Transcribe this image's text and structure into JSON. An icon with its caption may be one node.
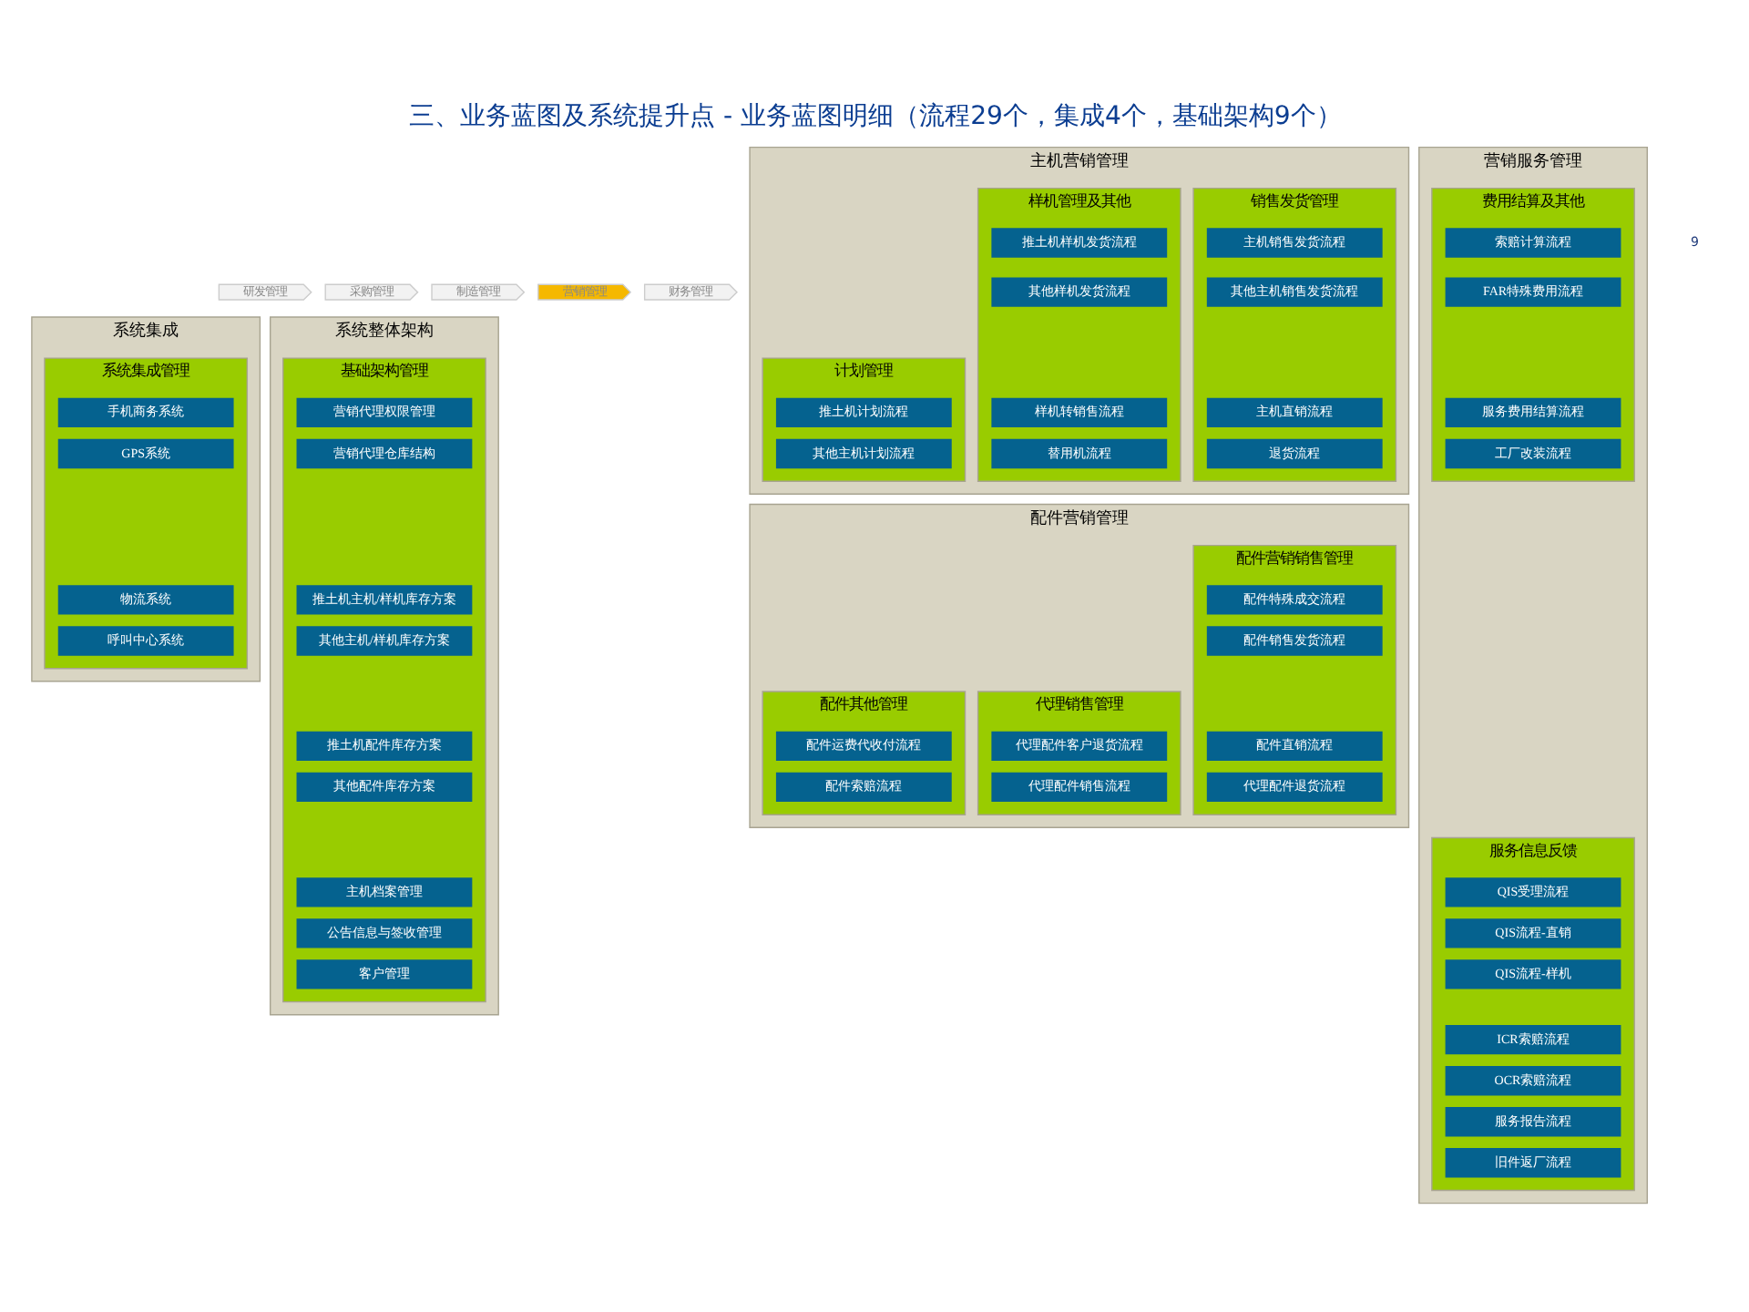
{
  "diagram": {
    "title": "三、业务蓝图及系统提升点 - 业务蓝图明细（流程29个，集成4个，基础架构9个）",
    "nodes": [
      {
        "text": [
          "系统整体架构"
        ]
      },
      {
        "text": [
          "基础架构管理"
        ],
        "in": 0
      },
      {
        "text": [
          "营销代理权限管理"
        ],
        "in": 1
      },
      {
        "text": [
          "营销代理仓库结构"
        ],
        "in": 1
      },
      {
        "text": [
          "推土机主机/样机库存方案"
        ],
        "in": 1
      },
      {
        "text": [
          "其他主机/样机库存方案"
        ],
        "in": 1
      },
      {
        "text": [
          "推土机配件库存方案"
        ],
        "in": 1
      },
      {
        "text": [
          "其他配件库存方案"
        ],
        "in": 1
      },
      {
        "text": [
          "主机档案管理"
        ],
        "in": 1
      },
      {
        "text": [
          "公告信息与签收管理"
        ],
        "in": 1
      },
      {
        "text": [
          "客户管理"
        ],
        "in": 1
      },
      {
        "text": [
          "主机营销管理"
        ]
      },
      {
        "text": [
          "计划管理"
        ],
        "in": 11
      },
      {
        "text": [
          "推土机计划流程"
        ],
        "in": 12
      },
      {
        "text": [
          "其他主机计划流程"
        ],
        "in": 12
      },
      {
        "text": [
          "销售发货管理"
        ],
        "in": 11
      },
      {
        "text": [
          "主机销售发货流程"
        ],
        "in": 15
      },
      {
        "text": [
          "其他主机销售发货流程"
        ],
        "in": 15
      },
      {
        "text": [
          "主机直销流程"
        ],
        "in": 15
      },
      {
        "text": [
          "退货流程"
        ],
        "in": 15
      },
      {
        "text": [
          "样机管理及其他"
        ],
        "in": 11
      },
      {
        "text": [
          "推土机样机发货流程"
        ],
        "in": 20
      },
      {
        "text": [
          "其他样机发货流程"
        ],
        "in": 20
      },
      {
        "text": [
          "样机转销售流程"
        ],
        "in": 20
      },
      {
        "text": [
          "替用机流程"
        ],
        "in": 20
      },
      {
        "text": [
          "配件营销管理"
        ]
      },
      {
        "text": [
          "配件营销销售管理"
        ],
        "in": 25
      },
      {
        "text": [
          "配件特殊成交流程"
        ],
        "in": 26
      },
      {
        "text": [
          "配件销售发货流程"
        ],
        "in": 26
      },
      {
        "text": [
          "配件直销流程"
        ],
        "in": 26
      },
      {
        "text": [
          "代理配件退货流程"
        ],
        "in": 26
      },
      {
        "text": [
          "代理销售管理"
        ],
        "in": 25
      },
      {
        "text": [
          "代理配件客户退货流程"
        ],
        "in": 31
      },
      {
        "text": [
          "代理配件销售流程"
        ],
        "in": 31
      },
      {
        "text": [
          "配件其他管理"
        ],
        "in": 25
      },
      {
        "text": [
          "配件运费代收付流程"
        ],
        "in": 34
      },
      {
        "text": [
          "配件索赔流程"
        ],
        "in": 34
      },
      {
        "text": [
          "营销服务管理"
        ]
      },
      {
        "text": [
          "服务信息反馈"
        ],
        "in": 37
      },
      {
        "text": [
          "QIS受理流程"
        ],
        "in": 38
      },
      {
        "text": [
          "QIS流程-直销"
        ],
        "in": 38
      },
      {
        "text": [
          "QIS流程-样机"
        ],
        "in": 38
      },
      {
        "text": [
          "ICR索赔流程"
        ],
        "in": 38
      },
      {
        "text": [
          "OCR索赔流程"
        ],
        "in": 38
      },
      {
        "text": [
          "服务报告流程"
        ],
        "in": 38
      },
      {
        "text": [
          "旧件返厂流程"
        ],
        "in": 38
      },
      {
        "text": [
          "费用结算及其他"
        ],
        "in": 37
      },
      {
        "text": [
          "索赔计算流程"
        ],
        "in": 46
      },
      {
        "text": [
          "FAR特殊费用流程"
        ],
        "in": 46
      },
      {
        "text": [
          "服务费用结算流程"
        ],
        "in": 46
      },
      {
        "text": [
          "工厂改装流程"
        ],
        "in": 46
      },
      {
        "text": [
          "系统集成"
        ]
      },
      {
        "text": [
          "系统集成管理"
        ],
        "in": 51
      },
      {
        "text": [
          "手机商务系统"
        ],
        "in": 52
      },
      {
        "text": [
          "GPS系统"
        ],
        "in": 52
      },
      {
        "text": [
          "物流系统"
        ],
        "in": 52
      },
      {
        "text": [
          "呼叫中心系统"
        ],
        "in": 52
      },
      {
        "text": [
          "研发管理"
        ]
      },
      {
        "text": [
          "采购管理"
        ]
      },
      {
        "text": [
          "制造管理"
        ]
      },
      {
        "text": [
          "营销管理"
        ]
      },
      {
        "text": [
          "财务管理"
        ]
      }
    ],
    "edges": [],
    "labels": [
      "9"
    ]
  }
}
